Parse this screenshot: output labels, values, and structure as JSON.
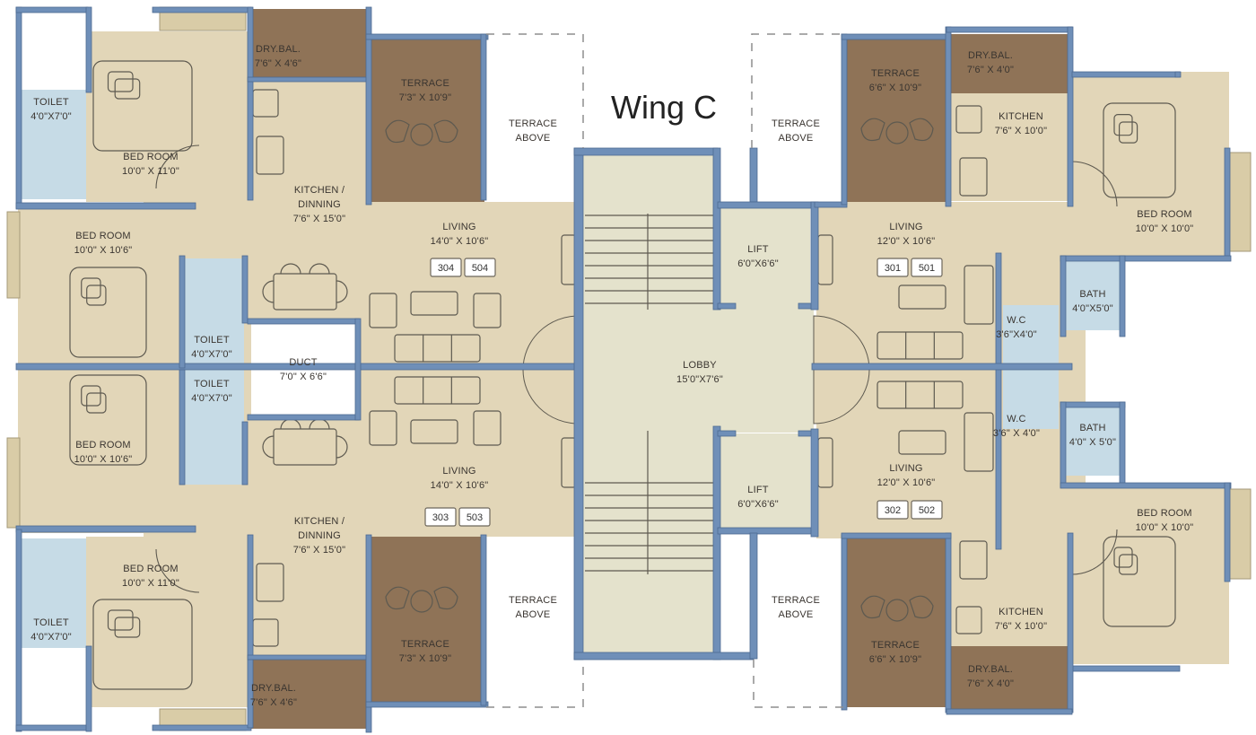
{
  "title": "Wing C",
  "colors": {
    "living": "#e2d6b8",
    "wet": "#c6dbe6",
    "terrace": "#8f7357",
    "dry_balcony": "#8f7357",
    "core": "#e4e2cc",
    "duct": "#ffffff",
    "wall": "#6f8fb8",
    "window_grille": "#d9cca7"
  },
  "rooms": [
    {
      "id": "tl-toilet-top",
      "label": "TOILET",
      "size": "4'0\"X7'0\"",
      "type": "wet"
    },
    {
      "id": "tl-bedroom-top",
      "label": "BED ROOM",
      "size": "10'0\" X 11'0\"",
      "type": "living"
    },
    {
      "id": "tl-drybal",
      "label": "DRY.BAL.",
      "size": "7'6\" X 4'6\"",
      "type": "dry_balcony"
    },
    {
      "id": "tl-terrace",
      "label": "TERRACE",
      "size": "7'3\" X 10'9\"",
      "type": "terrace"
    },
    {
      "id": "tl-terrace-above",
      "label": "TERRACE",
      "size": "ABOVE",
      "type": "open"
    },
    {
      "id": "tl-kitchen",
      "label": "KITCHEN /",
      "size": "DINNING",
      "size2": "7'6\" X 15'0\"",
      "type": "living"
    },
    {
      "id": "tl-bedroom-mid",
      "label": "BED ROOM",
      "size": "10'0\" X 10'6\"",
      "type": "living"
    },
    {
      "id": "tl-living",
      "label": "LIVING",
      "size": "14'0\" X 10'6\"",
      "type": "living"
    },
    {
      "id": "tl-toilet-mid",
      "label": "TOILET",
      "size": "4'0\"X7'0\"",
      "type": "wet"
    },
    {
      "id": "duct",
      "label": "DUCT",
      "size": "7'0\" X 6'6\"",
      "type": "duct"
    },
    {
      "id": "bl-toilet-mid",
      "label": "TOILET",
      "size": "4'0\"X7'0\"",
      "type": "wet"
    },
    {
      "id": "bl-bedroom-mid",
      "label": "BED ROOM",
      "size": "10'0\" X 10'6\"",
      "type": "living"
    },
    {
      "id": "bl-living",
      "label": "LIVING",
      "size": "14'0\" X 10'6\"",
      "type": "living"
    },
    {
      "id": "bl-kitchen",
      "label": "KITCHEN /",
      "size": "DINNING",
      "size2": "7'6\" X 15'0\"",
      "type": "living"
    },
    {
      "id": "bl-bedroom-bot",
      "label": "BED ROOM",
      "size": "10'0\" X 11'0\"",
      "type": "living"
    },
    {
      "id": "bl-toilet-bot",
      "label": "TOILET",
      "size": "4'0\"X7'0\"",
      "type": "wet"
    },
    {
      "id": "bl-terrace",
      "label": "TERRACE",
      "size": "7'3\" X 10'9\"",
      "type": "terrace"
    },
    {
      "id": "bl-terrace-above",
      "label": "TERRACE",
      "size": "ABOVE",
      "type": "open"
    },
    {
      "id": "bl-drybal",
      "label": "DRY.BAL.",
      "size": "7'6\" X 4'6\"",
      "type": "dry_balcony"
    },
    {
      "id": "lobby",
      "label": "LOBBY",
      "size": "15'0\"X7'6\"",
      "type": "core"
    },
    {
      "id": "lift-top",
      "label": "LIFT",
      "size": "6'0\"X6'6\"",
      "type": "core"
    },
    {
      "id": "lift-bot",
      "label": "LIFT",
      "size": "6'0\"X6'6\"",
      "type": "core"
    },
    {
      "id": "tr-terrace-above",
      "label": "TERRACE",
      "size": "ABOVE",
      "type": "open"
    },
    {
      "id": "tr-terrace",
      "label": "TERRACE",
      "size": "6'6\" X 10'9\"",
      "type": "terrace"
    },
    {
      "id": "tr-drybal",
      "label": "DRY.BAL.",
      "size": "7'6\" X 4'0\"",
      "type": "dry_balcony"
    },
    {
      "id": "tr-kitchen",
      "label": "KITCHEN",
      "size": "7'6\" X 10'0\"",
      "type": "living"
    },
    {
      "id": "tr-bedroom",
      "label": "BED ROOM",
      "size": "10'0\" X 10'0\"",
      "type": "living"
    },
    {
      "id": "tr-living",
      "label": "LIVING",
      "size": "12'0\" X 10'6\"",
      "type": "living"
    },
    {
      "id": "tr-bath",
      "label": "BATH",
      "size": "4'0\"X5'0\"",
      "type": "wet"
    },
    {
      "id": "tr-wc",
      "label": "W.C",
      "size": "3'6\"X4'0\"",
      "type": "wet"
    },
    {
      "id": "br-wc",
      "label": "W.C",
      "size": "3'6\" X 4'0\"",
      "type": "wet"
    },
    {
      "id": "br-bath",
      "label": "BATH",
      "size": "4'0\" X 5'0\"",
      "type": "wet"
    },
    {
      "id": "br-living",
      "label": "LIVING",
      "size": "12'0\" X 10'6\"",
      "type": "living"
    },
    {
      "id": "br-bedroom",
      "label": "BED ROOM",
      "size": "10'0\" X 10'0\"",
      "type": "living"
    },
    {
      "id": "br-terrace-above",
      "label": "TERRACE",
      "size": "ABOVE",
      "type": "open"
    },
    {
      "id": "br-terrace",
      "label": "TERRACE",
      "size": "6'6\" X 10'9\"",
      "type": "terrace"
    },
    {
      "id": "br-kitchen",
      "label": "KITCHEN",
      "size": "7'6\" X 10'0\"",
      "type": "living"
    },
    {
      "id": "br-drybal",
      "label": "DRY.BAL.",
      "size": "7'6\" X 4'0\"",
      "type": "dry_balcony"
    }
  ],
  "units": [
    {
      "id": "unit-tl",
      "numbers": [
        "304",
        "504"
      ]
    },
    {
      "id": "unit-bl",
      "numbers": [
        "303",
        "503"
      ]
    },
    {
      "id": "unit-tr",
      "numbers": [
        "301",
        "501"
      ]
    },
    {
      "id": "unit-br",
      "numbers": [
        "302",
        "502"
      ]
    }
  ]
}
